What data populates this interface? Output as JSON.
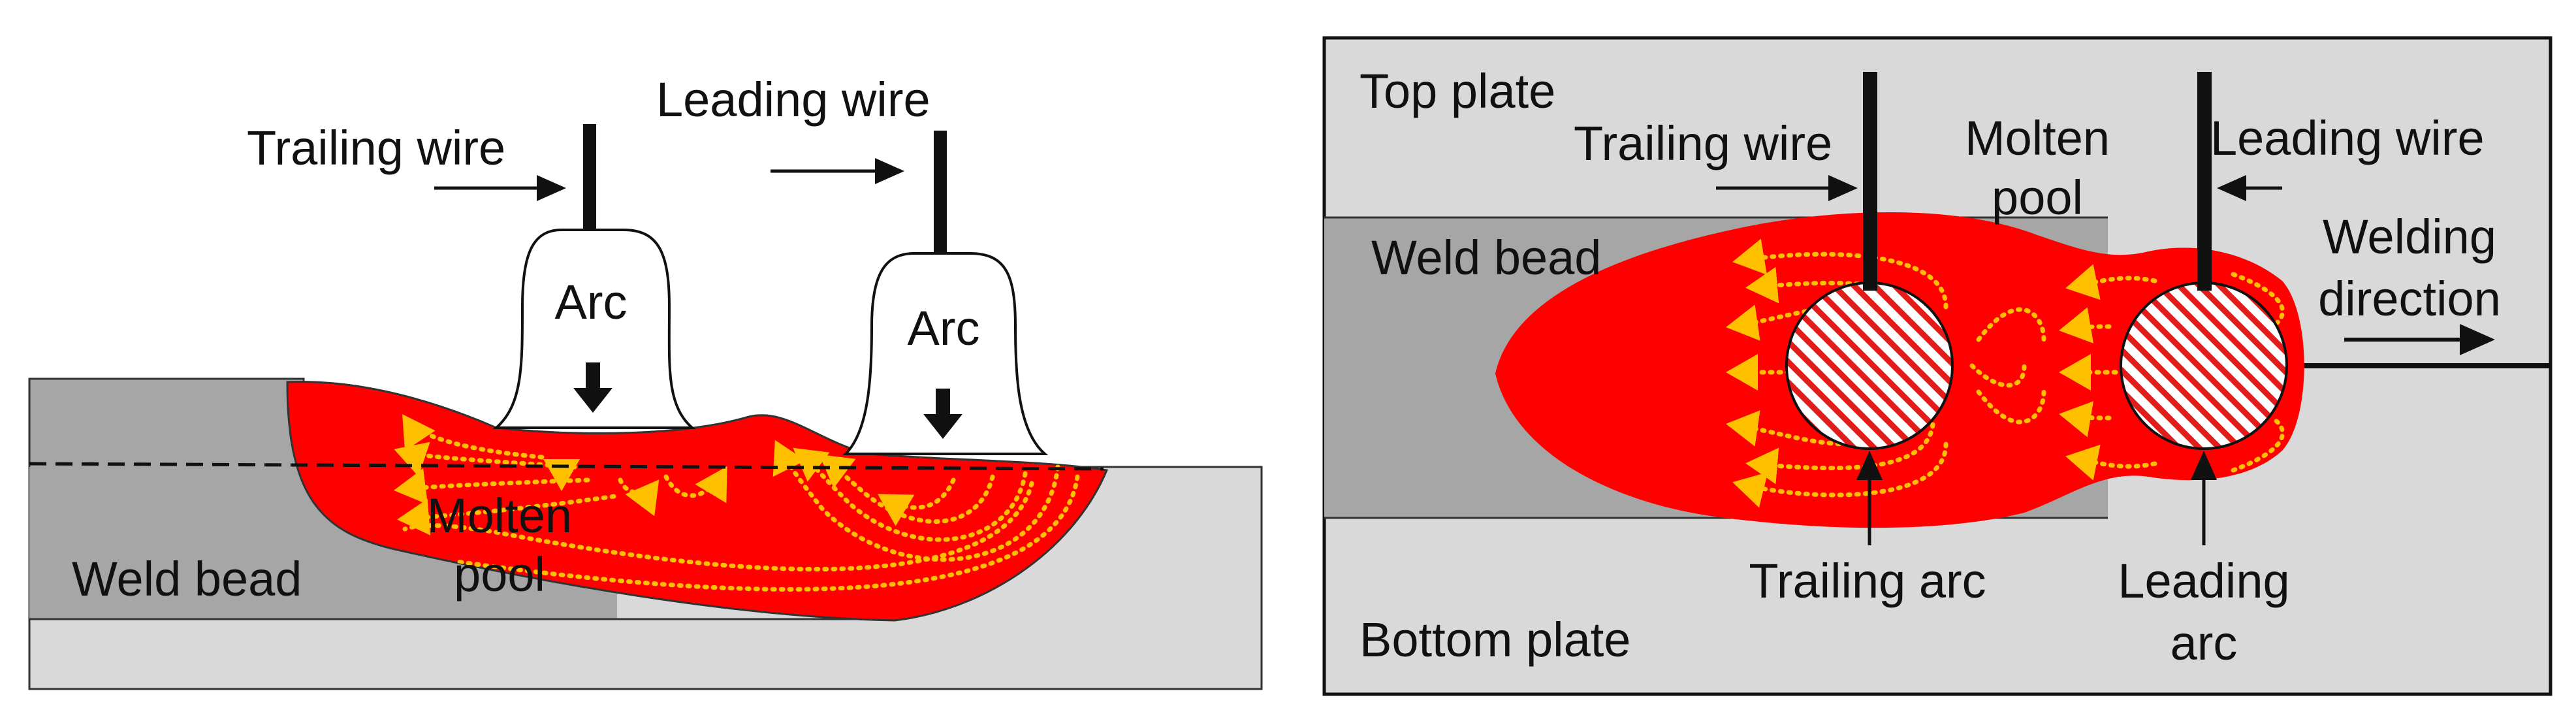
{
  "left_panel": {
    "trailing_wire": "Trailing wire",
    "leading_wire": "Leading wire",
    "arc_trailing": "Arc",
    "arc_leading": "Arc",
    "molten_pool_line1": "Molten",
    "molten_pool_line2": "pool",
    "weld_bead": "Weld bead"
  },
  "right_panel": {
    "top_plate": "Top plate",
    "trailing_wire": "Trailing wire",
    "molten_pool_line1": "Molten",
    "molten_pool_line2": "pool",
    "leading_wire": "Leading wire",
    "weld_bead": "Weld bead",
    "welding_direction_line1": "Welding",
    "welding_direction_line2": "direction",
    "trailing_arc": "Trailing arc",
    "leading_arc_line1": "Leading",
    "leading_arc_line2": "arc",
    "bottom_plate": "Bottom plate"
  },
  "colors": {
    "molten_pool": "#ff0000",
    "flow_arrows": "#ffc000",
    "plate_light": "#d9d9d9",
    "plate_dark": "#a6a6a6",
    "wire": "#111111",
    "arc_fill": "#ffffff"
  }
}
